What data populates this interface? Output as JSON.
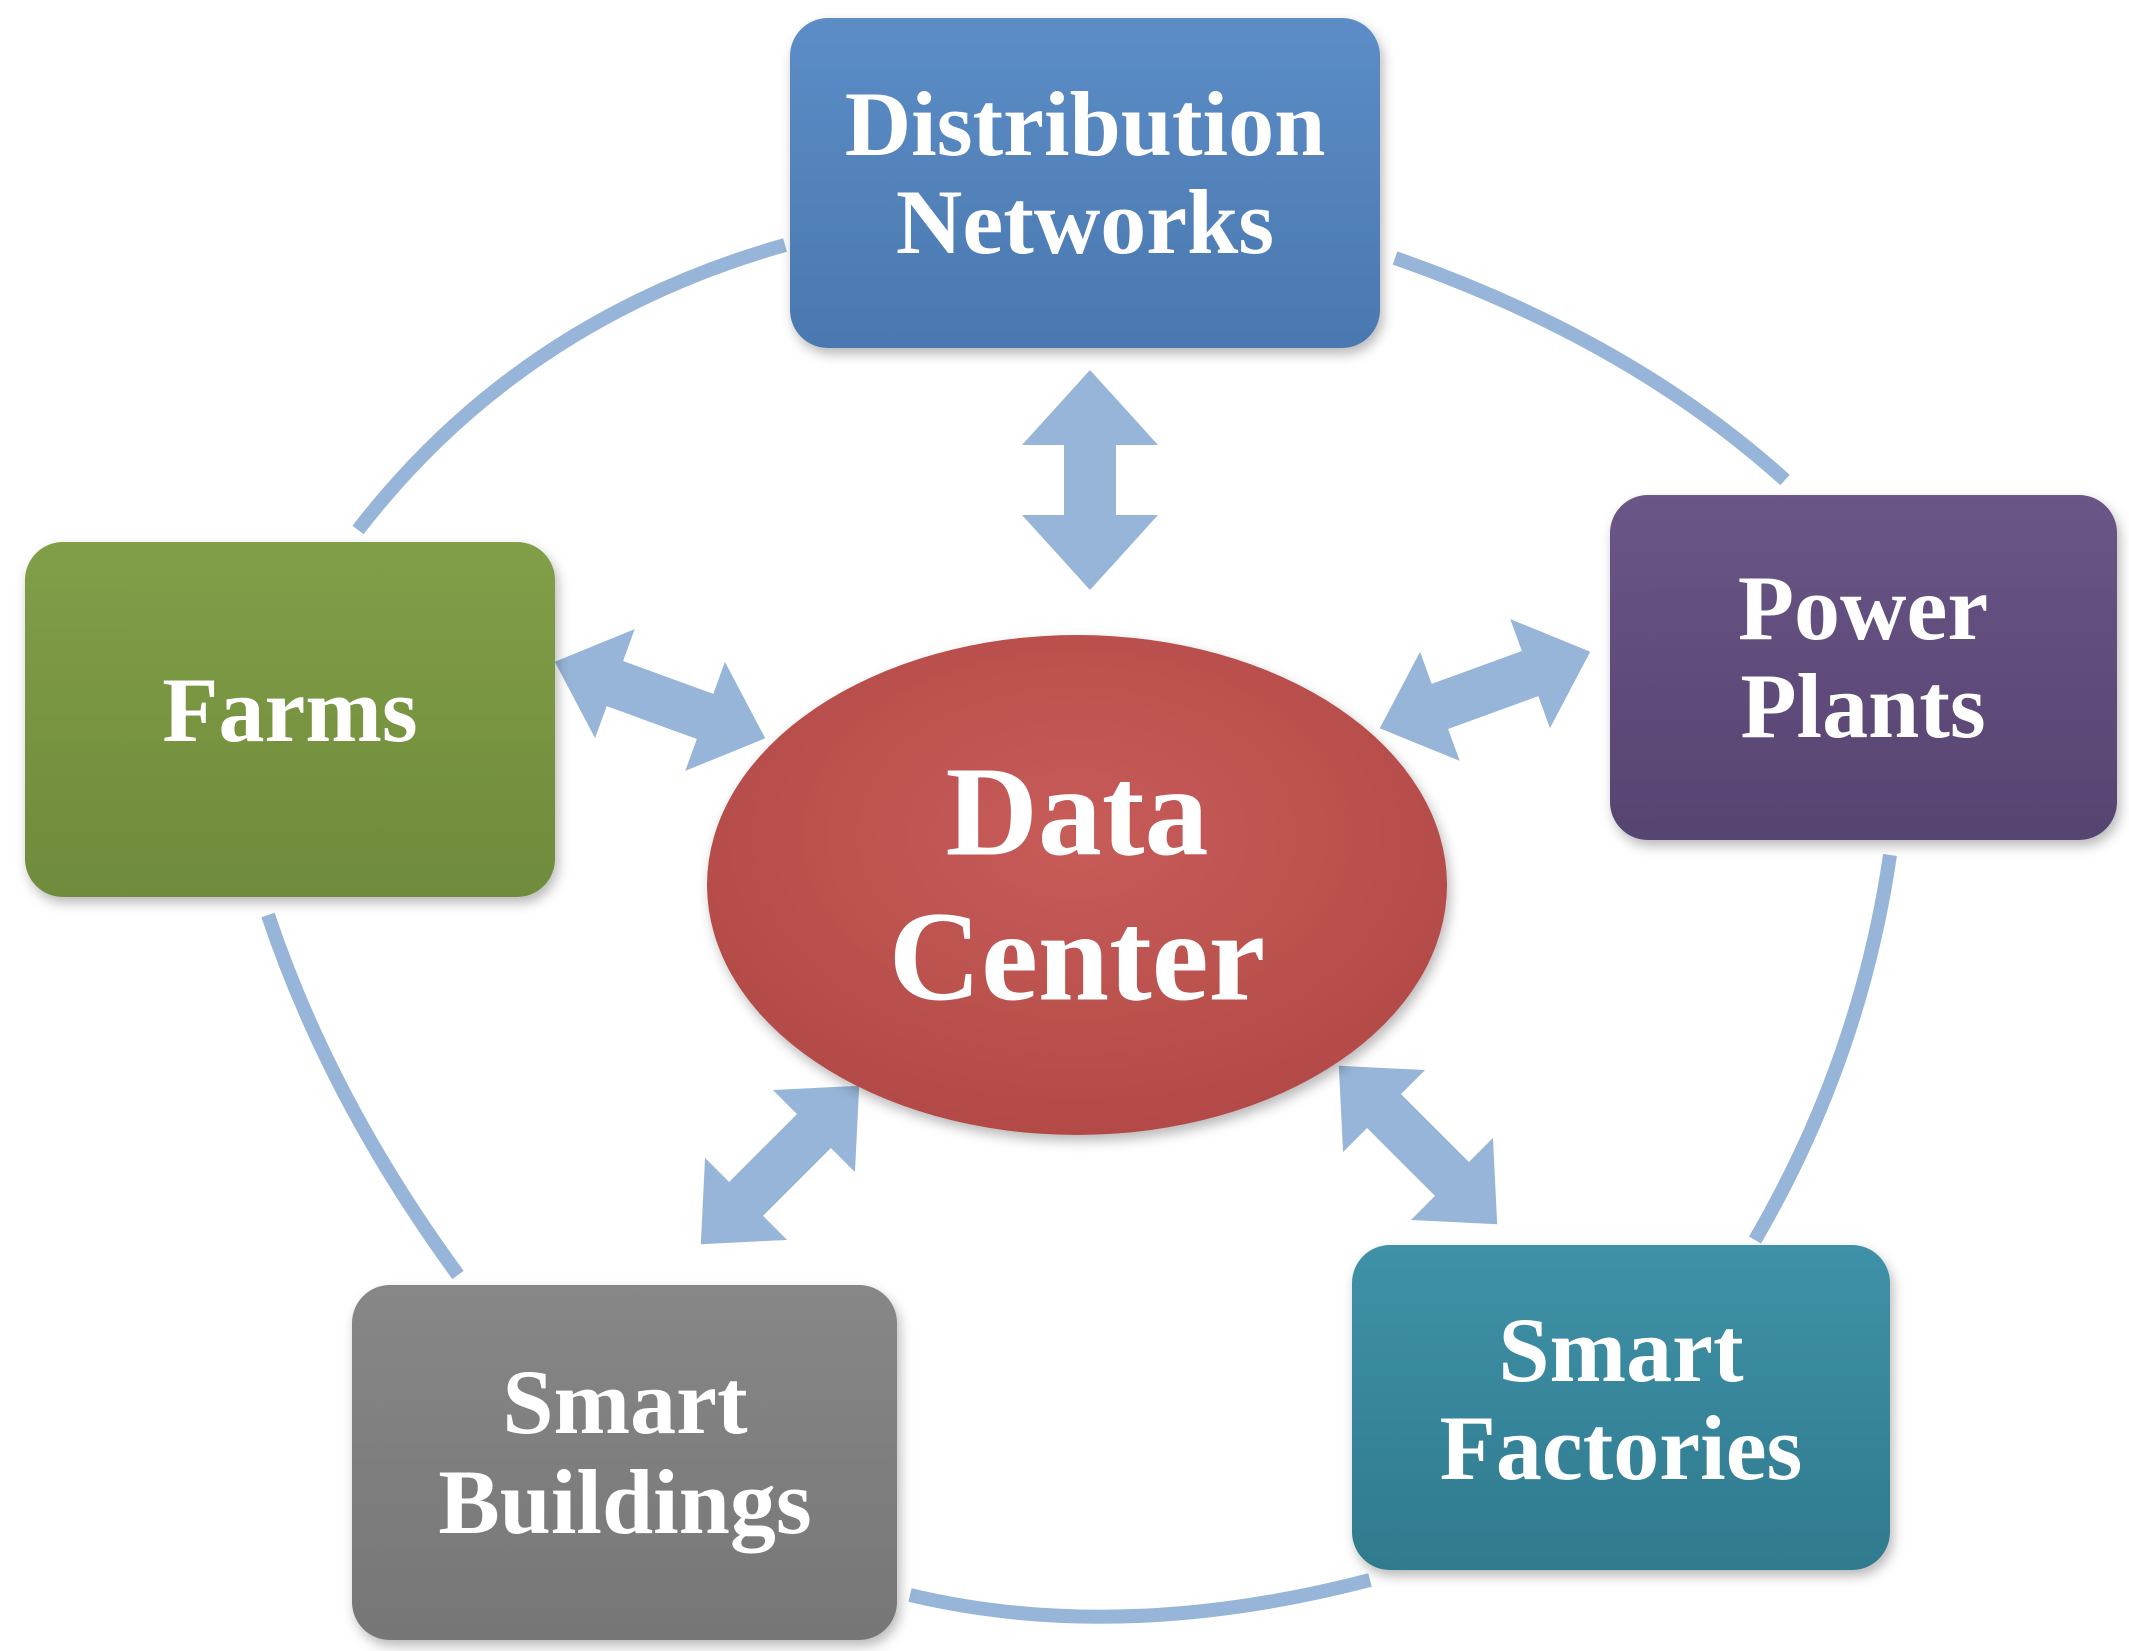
{
  "diagram": {
    "center": {
      "line1": "Data",
      "line2": "Center"
    },
    "nodes": {
      "distribution": {
        "line1": "Distribution",
        "line2": "Networks"
      },
      "power": {
        "line1": "Power",
        "line2": "Plants"
      },
      "factories": {
        "line1": "Smart",
        "line2": "Factories"
      },
      "buildings": {
        "line1": "Smart",
        "line2": "Buildings"
      },
      "farms": {
        "line1": "Farms"
      }
    }
  },
  "colors": {
    "center": "#BF5350",
    "distribution": "#5282BB",
    "power": "#5F4B7B",
    "factories": "#36869C",
    "buildings": "#7F7F7F",
    "farms": "#789541",
    "ring": "#97B5D8",
    "arrows": "#97B5D8"
  }
}
